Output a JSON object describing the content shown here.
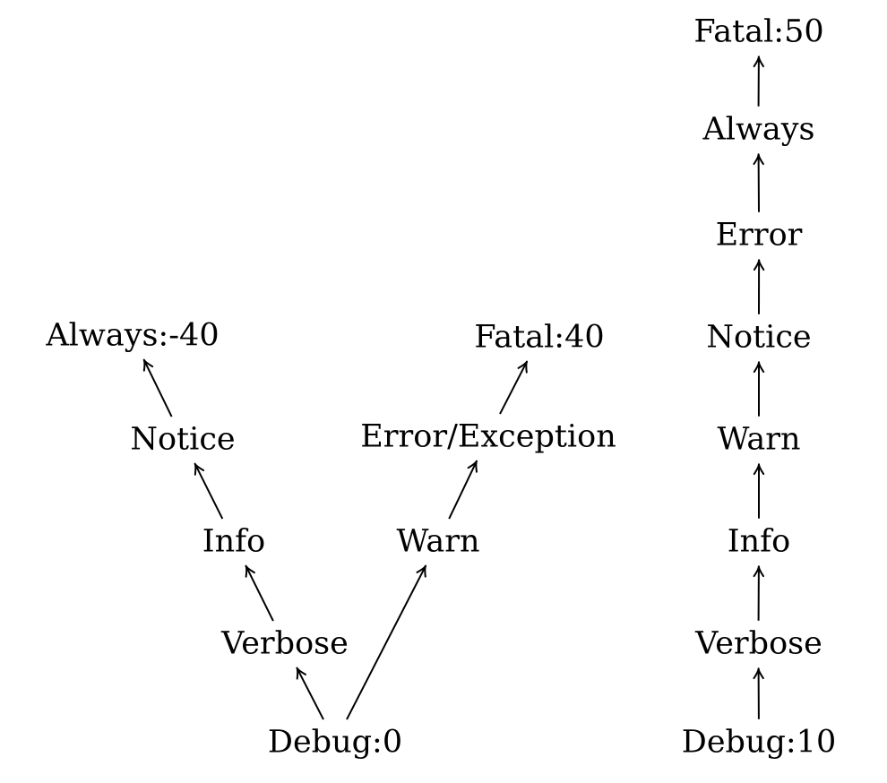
{
  "left_tree": {
    "debug": "Debug:0",
    "verbose": "Verbose",
    "info": "Info",
    "notice": "Notice",
    "always": "Always:-40",
    "warn": "Warn",
    "error": "Error/Exception",
    "fatal": "Fatal:40"
  },
  "right_chain": {
    "debug": "Debug:10",
    "verbose": "Verbose",
    "info": "Info",
    "warn": "Warn",
    "notice": "Notice",
    "error": "Error",
    "always": "Always",
    "fatal": "Fatal:50"
  },
  "edges": [
    {
      "from": "left_tree.debug",
      "to": "left_tree.verbose"
    },
    {
      "from": "left_tree.verbose",
      "to": "left_tree.info"
    },
    {
      "from": "left_tree.info",
      "to": "left_tree.notice"
    },
    {
      "from": "left_tree.notice",
      "to": "left_tree.always"
    },
    {
      "from": "left_tree.debug",
      "to": "left_tree.warn"
    },
    {
      "from": "left_tree.warn",
      "to": "left_tree.error"
    },
    {
      "from": "left_tree.error",
      "to": "left_tree.fatal"
    },
    {
      "from": "right_chain.debug",
      "to": "right_chain.verbose"
    },
    {
      "from": "right_chain.verbose",
      "to": "right_chain.info"
    },
    {
      "from": "right_chain.info",
      "to": "right_chain.warn"
    },
    {
      "from": "right_chain.warn",
      "to": "right_chain.notice"
    },
    {
      "from": "right_chain.notice",
      "to": "right_chain.error"
    },
    {
      "from": "right_chain.error",
      "to": "right_chain.always"
    },
    {
      "from": "right_chain.always",
      "to": "right_chain.fatal"
    }
  ]
}
